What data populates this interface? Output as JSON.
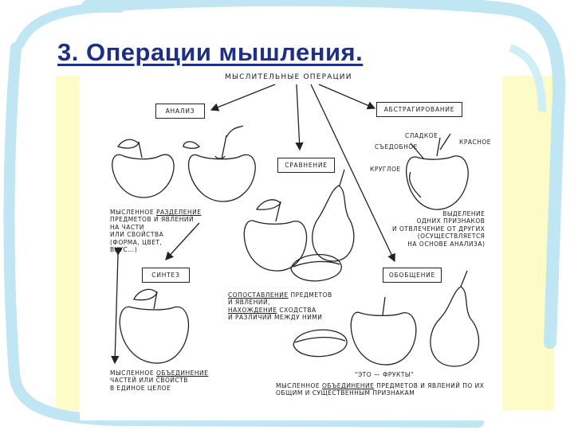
{
  "slide": {
    "title": "3. Операции мышления."
  },
  "diagram": {
    "root": "МЫСЛИТЕЛЬНЫЕ ОПЕРАЦИИ",
    "boxes": {
      "analysis": "АНАЛИЗ",
      "comparison": "СРАВНЕНИЕ",
      "abstraction": "АБСТРАГИРОВАНИЕ",
      "synthesis": "СИНТЕЗ",
      "generalization": "ОБОБЩЕНИЕ"
    },
    "properties": {
      "sweet": "СЛАДКОЕ",
      "edible": "СЪЕДОБНОЕ",
      "red": "КРАСНОЕ",
      "round": "КРУГЛОЕ"
    },
    "texts": {
      "analysis_desc_1": "МЫСЛЕННОЕ ",
      "analysis_desc_u": "РАЗДЕЛЕНИЕ",
      "analysis_desc_2": "ПРЕДМЕТОВ И ЯВЛЕНИЙ\nНА ЧАСТИ\nИЛИ СВОЙСТВА\n(ФОРМА, ЦВЕТ,\nВКУС...)",
      "comparison_u1": "СОПОСТАВЛЕНИЕ",
      "comparison_1": " ПРЕДМЕТОВ\nИ ЯВЛЕНИЙ,",
      "comparison_u2": "НАХОЖДЕНИЕ",
      "comparison_2": " СХОДСТВА\nИ РАЗЛИЧИЙ МЕЖДУ НИМИ",
      "abstraction_1": "ВЫДЕЛЕНИЕ\nОДНИХ ПРИЗНАКОВ\nИ ОТВЛЕЧЕНИЕ ОТ ДРУГИХ\n(ОСУЩЕСТВЛЯЕТСЯ\nНА ОСНОВЕ АНАЛИЗА)",
      "synthesis_1": "МЫСЛЕННОЕ ",
      "synthesis_u": "ОБЪЕДИНЕНИЕ",
      "synthesis_2": "ЧАСТЕЙ ИЛИ СВОЙСТВ\nВ ЕДИНОЕ ЦЕЛОЕ",
      "fruits": "\"ЭТО — ФРУКТЫ\"",
      "generalization_1": "МЫСЛЕННОЕ ",
      "generalization_u": "ОБЪЕДИНЕНИЕ",
      "generalization_2": " ПРЕДМЕТОВ И ЯВЛЕНИЙ ПО ИХ\nОБЩИМ И СУЩЕСТВЕННЫМ ПРИЗНАКАМ"
    }
  }
}
